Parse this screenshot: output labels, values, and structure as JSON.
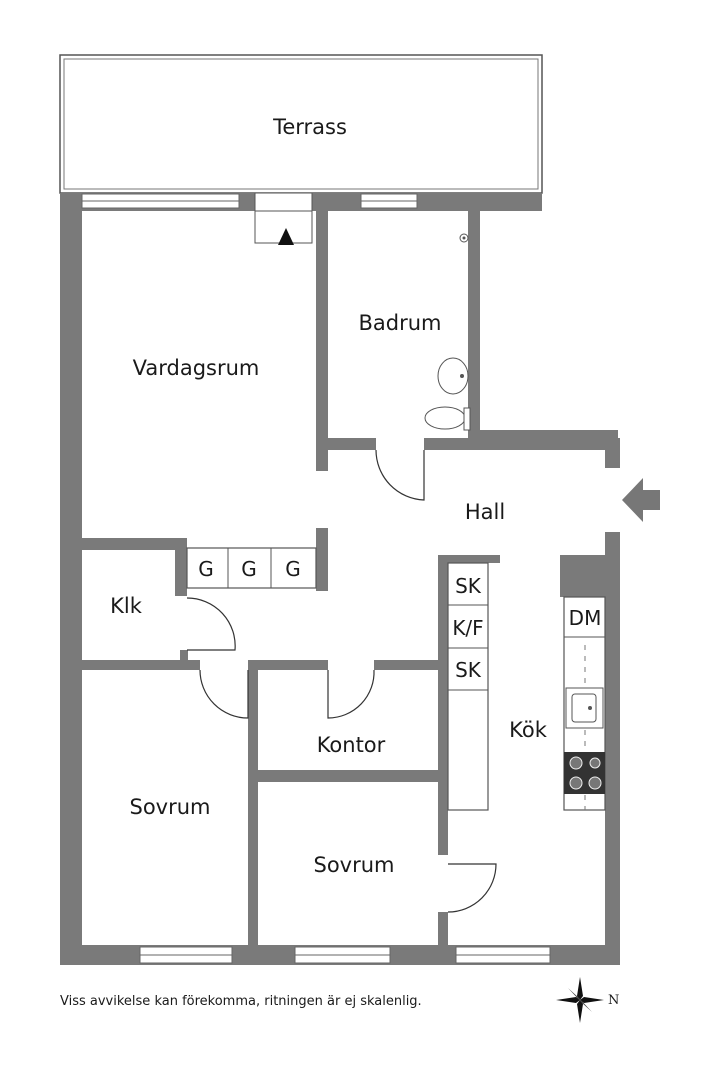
{
  "rooms": {
    "terrace": "Terrass",
    "living": "Vardagsrum",
    "bathroom": "Badrum",
    "hall": "Hall",
    "closet": "Klk",
    "office": "Kontor",
    "kitchen": "Kök",
    "bedroom_1": "Sovrum",
    "bedroom_2": "Sovrum"
  },
  "fixtures": {
    "wardrobe_1": "G",
    "wardrobe_2": "G",
    "wardrobe_3": "G",
    "cabinet_top": "SK",
    "fridge_freezer": "K/F",
    "cabinet_bottom": "SK",
    "dishwasher": "DM"
  },
  "footer": {
    "disclaimer": "Viss avvikelse kan förekomma, ritningen är ej skalenlig.",
    "north": "N"
  },
  "colors": {
    "wall": "#7a7a7a",
    "background": "#ffffff",
    "text": "#1a1a1a"
  }
}
